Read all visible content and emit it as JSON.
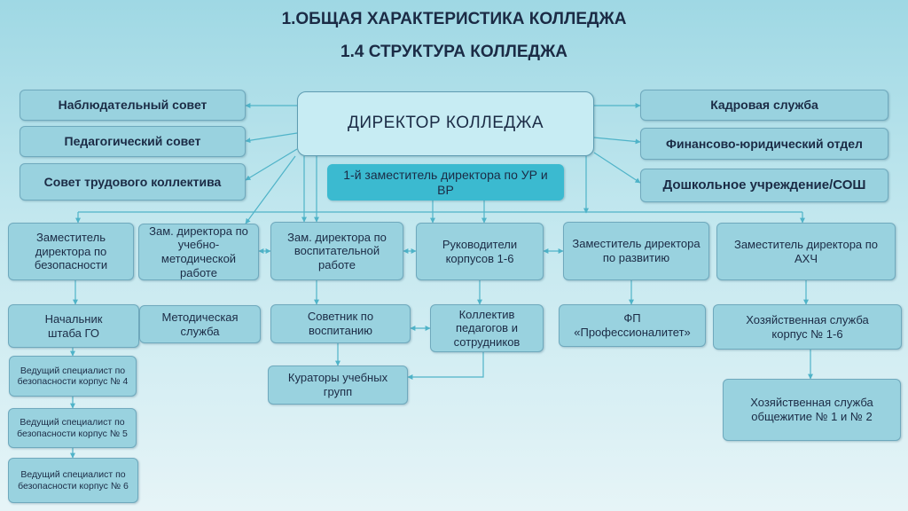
{
  "header": {
    "title": "1.ОБЩАЯ ХАРАКТЕРИСТИКА КОЛЛЕДЖА",
    "subtitle": "1.4 СТРУКТУРА КОЛЛЕДЖА"
  },
  "nodes": {
    "director": "ДИРЕКТОР КОЛЛЕДЖА",
    "first_deputy": "1-й заместитель директора по УР и ВР",
    "supervisory_council": "Наблюдательный совет",
    "pedagogical_council": "Педагогический совет",
    "labor_council": "Совет трудового коллектива",
    "hr_service": "Кадровая служба",
    "finance_legal": "Финансово-юридический отдел",
    "preschool": "Дошкольное учреждение/СОШ",
    "deputy_security": "Заместитель директора по безопасности",
    "deputy_methodical": "Зам. директора по учебно-методической работе",
    "deputy_educational": "Зам. директора по воспитательной работе",
    "building_heads": "Руководители корпусов 1-6",
    "deputy_development": "Заместитель директора по развитию",
    "deputy_ahch": "Заместитель директора по АХЧ",
    "hq_chief": "Начальник штаба ГО",
    "security_spec_4": "Ведущий специалист по безопасности корпус № 4",
    "security_spec_5": "Ведущий специалист по безопасности корпус № 5",
    "security_spec_6": "Ведущий специалист по безопасности корпус № 6",
    "methodical_service": "Методическая служба",
    "education_advisor": "Советник по воспитанию",
    "group_curators": "Кураторы учебных групп",
    "staff_collective": "Коллектив педагогов и сотрудников",
    "fp_program": "ФП «Профессионалитет»",
    "household_buildings": "Хозяйственная служба корпус № 1-6",
    "household_dorms": "Хозяйственная служба общежитие № 1 и № 2"
  },
  "colors": {
    "box_fill": "#99d2df",
    "director_fill": "#c7ecf3",
    "deputy_fill": "#3bbad0",
    "connector": "#4fb3c8",
    "text": "#1b2b45"
  }
}
